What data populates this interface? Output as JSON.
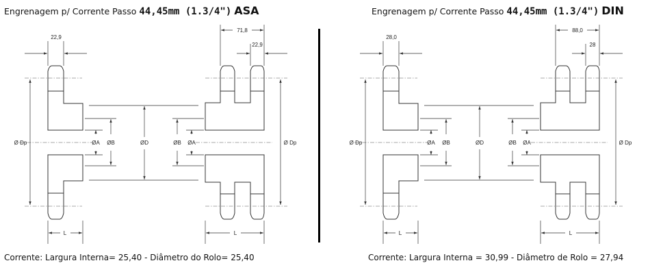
{
  "panels": [
    {
      "title_prefix": "Engrenagem p/ Corrente Passo",
      "title_size": "44,45mm (1.3/4\")",
      "title_standard": "ASA",
      "footer": "Corrente: Largura Interna= 25,40 - Diâmetro do Rolo= 25,40",
      "dims": {
        "simplex_width": "22,9",
        "duplex_span": "71,8",
        "duplex_tooth": "22,9",
        "dp_left": "Ø Dp",
        "dp_right": "Ø Dp",
        "a_left": "ØA",
        "b_left": "ØB",
        "d": "ØD",
        "b_right": "ØB",
        "a_right": "ØA",
        "l_left": "L",
        "l_right": "L"
      }
    },
    {
      "title_prefix": "Engrenagem p/ Corrente Passo",
      "title_size": "44,45mm (1.3/4\")",
      "title_standard": "DIN",
      "footer": "Corrente: Largura Interna = 30,99 - Diâmetro de Rolo = 27,94",
      "dims": {
        "simplex_width": "28,0",
        "duplex_span": "88,0",
        "duplex_tooth": "28",
        "dp_left": "Ø Dp",
        "dp_right": "Ø Dp",
        "a_left": "ØA",
        "b_left": "ØB",
        "d": "ØD",
        "b_right": "ØB",
        "a_right": "ØA",
        "l_left": "L",
        "l_right": "L"
      }
    }
  ]
}
